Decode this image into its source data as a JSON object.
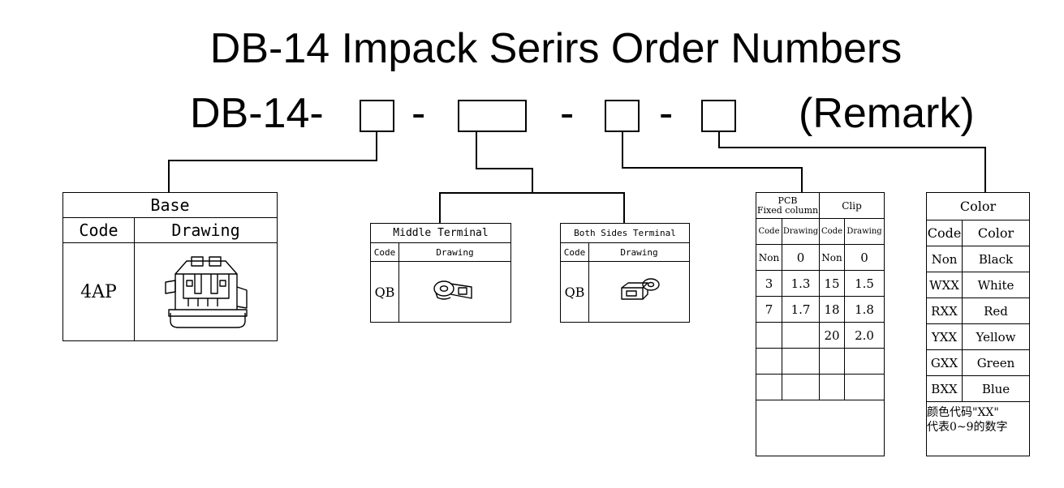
{
  "title": "DB-14 Impack Serirs Order Numbers",
  "order_code": {
    "prefix": "DB-14-",
    "sep1": "-",
    "sep2": "-",
    "sep3": "-",
    "remark": "(Remark)"
  },
  "base_table": {
    "header": "Base",
    "col_code": "Code",
    "col_drawing": "Drawing",
    "code": "4AP",
    "drawing_icon": "connector-housing-icon"
  },
  "middle_terminal_table": {
    "header": "Middle Terminal",
    "col_code": "Code",
    "col_drawing": "Drawing",
    "code": "QB",
    "drawing_icon": "terminal-lug-icon"
  },
  "both_sides_terminal_table": {
    "header": "Both Sides Terminal",
    "col_code": "Code",
    "col_drawing": "Drawing",
    "code": "QB",
    "drawing_icon": "terminal-lug-icon"
  },
  "pcb_clip_table": {
    "pcb_header_line1": "PCB",
    "pcb_header_line2": "Fixed column",
    "clip_header": "Clip",
    "col_code": "Code",
    "col_drawing": "Drawing",
    "rows": [
      {
        "pcb_code": "Non",
        "pcb_drawing": "0",
        "clip_code": "Non",
        "clip_drawing": "0"
      },
      {
        "pcb_code": "3",
        "pcb_drawing": "1.3",
        "clip_code": "15",
        "clip_drawing": "1.5"
      },
      {
        "pcb_code": "7",
        "pcb_drawing": "1.7",
        "clip_code": "18",
        "clip_drawing": "1.8"
      },
      {
        "pcb_code": "",
        "pcb_drawing": "",
        "clip_code": "20",
        "clip_drawing": "2.0"
      },
      {
        "pcb_code": "",
        "pcb_drawing": "",
        "clip_code": "",
        "clip_drawing": ""
      },
      {
        "pcb_code": "",
        "pcb_drawing": "",
        "clip_code": "",
        "clip_drawing": ""
      }
    ]
  },
  "color_table": {
    "header": "Color",
    "col_code": "Code",
    "col_color": "Color",
    "rows": [
      {
        "code": "Non",
        "color": "Black"
      },
      {
        "code": "WXX",
        "color": "White"
      },
      {
        "code": "RXX",
        "color": "Red"
      },
      {
        "code": "YXX",
        "color": "Yellow"
      },
      {
        "code": "GXX",
        "color": "Green"
      },
      {
        "code": "BXX",
        "color": "Blue"
      }
    ],
    "note_line1": "颜色代码\"XX\"",
    "note_line2": "代表0~9的数字"
  }
}
